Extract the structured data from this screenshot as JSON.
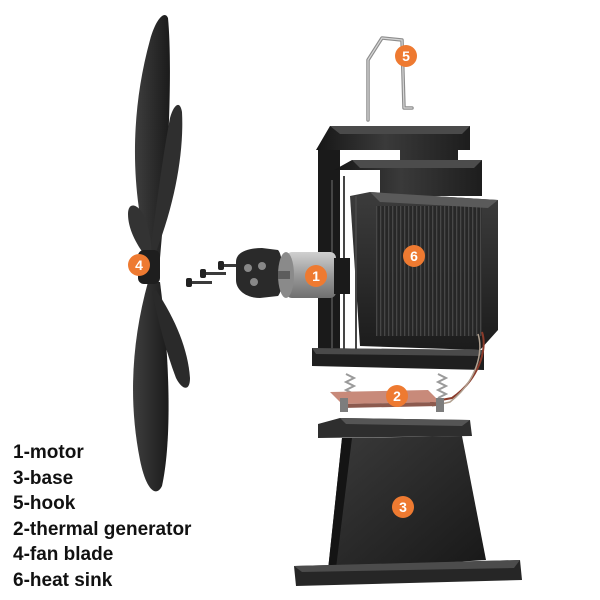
{
  "legend": {
    "items": [
      "1-motor",
      "3-base",
      "5-hook",
      "2-thermal generator",
      "4-fan blade",
      "6-heat sink"
    ]
  },
  "callouts": {
    "motor": "1",
    "thermal_generator": "2",
    "base": "3",
    "fan_blade": "4",
    "hook": "5",
    "heat_sink": "6"
  },
  "colors": {
    "callout": "#EE7A31",
    "metal": "#2B2B2B",
    "motor": "#A9A9A9"
  }
}
